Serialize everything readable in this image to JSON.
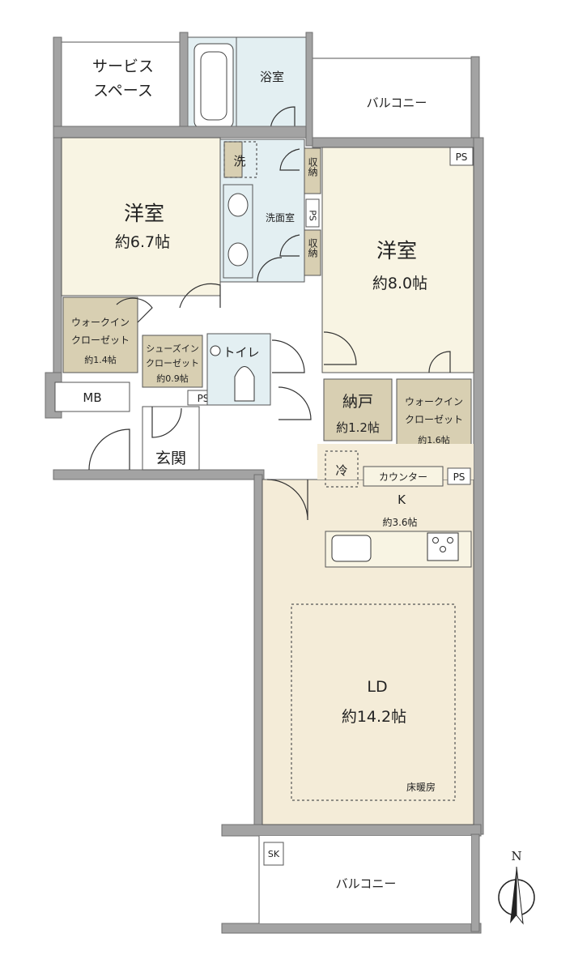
{
  "rooms": {
    "service_space": {
      "line1": "サービス",
      "line2": "スペース"
    },
    "bathroom": {
      "name": "浴室"
    },
    "balcony_top": {
      "name": "バルコニー"
    },
    "western_room_1": {
      "name": "洋室",
      "size": "約6.7帖"
    },
    "western_room_2": {
      "name": "洋室",
      "size": "約8.0帖"
    },
    "washroom": {
      "name": "洗面室",
      "washer": "洗"
    },
    "storage_1": {
      "name": "収納"
    },
    "storage_2": {
      "name": "収納"
    },
    "walk_in_closet_1": {
      "line1": "ウォークイン",
      "line2": "クローゼット",
      "size": "約1.4帖"
    },
    "shoes_in_closet": {
      "line1": "シューズイン",
      "line2": "クローゼット",
      "size": "約0.9帖"
    },
    "toilet": {
      "name": "トイレ"
    },
    "meter_box": {
      "name": "MB"
    },
    "entrance": {
      "name": "玄関"
    },
    "storeroom": {
      "name": "納戸",
      "size": "約1.2帖"
    },
    "walk_in_closet_2": {
      "line1": "ウォークイン",
      "line2": "クローゼット",
      "size": "約1.6帖"
    },
    "fridge": {
      "name": "冷"
    },
    "counter": {
      "name": "カウンター"
    },
    "kitchen": {
      "name": "K",
      "size": "約3.6帖"
    },
    "living_dining": {
      "name": "LD",
      "size": "約14.2帖",
      "floor_heating": "床暖房"
    },
    "balcony_bottom": {
      "name": "バルコニー"
    },
    "slop_sink": {
      "name": "SK"
    }
  },
  "pipe_spaces": [
    "PS",
    "PS",
    "PS",
    "PS"
  ],
  "compass": {
    "label": "N"
  }
}
